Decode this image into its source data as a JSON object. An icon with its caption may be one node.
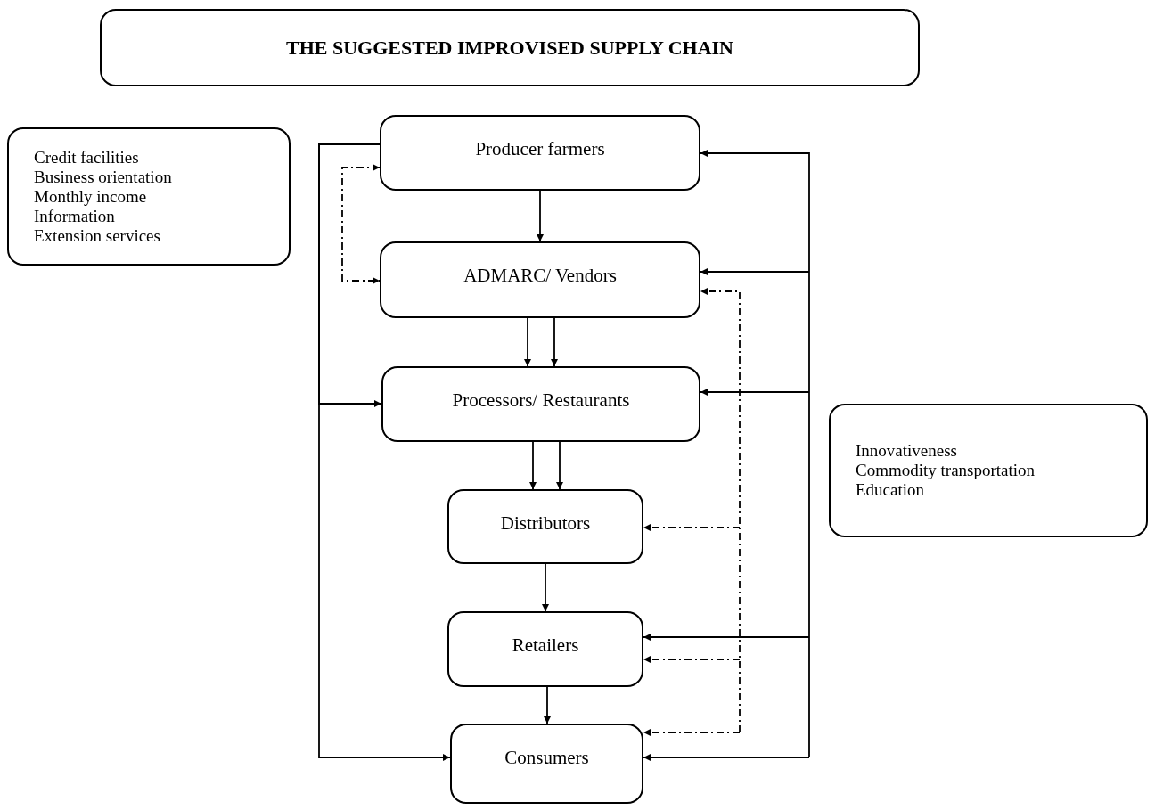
{
  "diagram": {
    "nodes": [
      {
        "text": [
          "THE SUGGESTED IMPROVISED SUPPLY CHAIN"
        ]
      },
      {
        "text": [
          "Credit facilities",
          "Business orientation",
          "Monthly income",
          "Information",
          "Extension services"
        ]
      },
      {
        "text": [
          "Producer farmers"
        ]
      },
      {
        "text": [
          "ADMARC/ Vendors"
        ]
      },
      {
        "text": [
          "Processors/ Restaurants"
        ]
      },
      {
        "text": [
          "Distributors"
        ]
      },
      {
        "text": [
          "Retailers"
        ]
      },
      {
        "text": [
          "Consumers"
        ]
      },
      {
        "text": [
          "Innovativeness",
          "Commodity transportation",
          "Education"
        ]
      }
    ],
    "edges": [
      {
        "from": 2,
        "to": 3,
        "arrow": "to"
      },
      {
        "from": 3,
        "to": 4,
        "arrow": "to"
      },
      {
        "from": 3,
        "to": 4,
        "arrow": "to"
      },
      {
        "from": 4,
        "to": 5,
        "arrow": "to"
      },
      {
        "from": 4,
        "to": 5,
        "arrow": "to"
      },
      {
        "from": 5,
        "to": 6,
        "arrow": "to"
      },
      {
        "from": 6,
        "to": 7,
        "arrow": "to"
      },
      {
        "from": 2,
        "to": 4,
        "arrow": "to"
      },
      {
        "from": 2,
        "to": 7,
        "arrow": "to"
      },
      {
        "from": 2,
        "to": 3,
        "arrow": "both",
        "style": "dashed"
      },
      {
        "from": null,
        "to": 2,
        "arrow": "to"
      },
      {
        "from": null,
        "to": 3,
        "arrow": "to"
      },
      {
        "from": null,
        "to": 4,
        "arrow": "to"
      },
      {
        "from": null,
        "to": 6,
        "arrow": "to"
      },
      {
        "from": null,
        "to": 7,
        "arrow": "to"
      },
      {
        "from": null,
        "to": 3,
        "arrow": "to",
        "style": "dashed"
      },
      {
        "from": null,
        "to": 5,
        "arrow": "to",
        "style": "dashed"
      },
      {
        "from": null,
        "to": 6,
        "arrow": "to",
        "style": "dashed"
      },
      {
        "from": null,
        "to": 7,
        "arrow": "to",
        "style": "dashed"
      }
    ]
  }
}
